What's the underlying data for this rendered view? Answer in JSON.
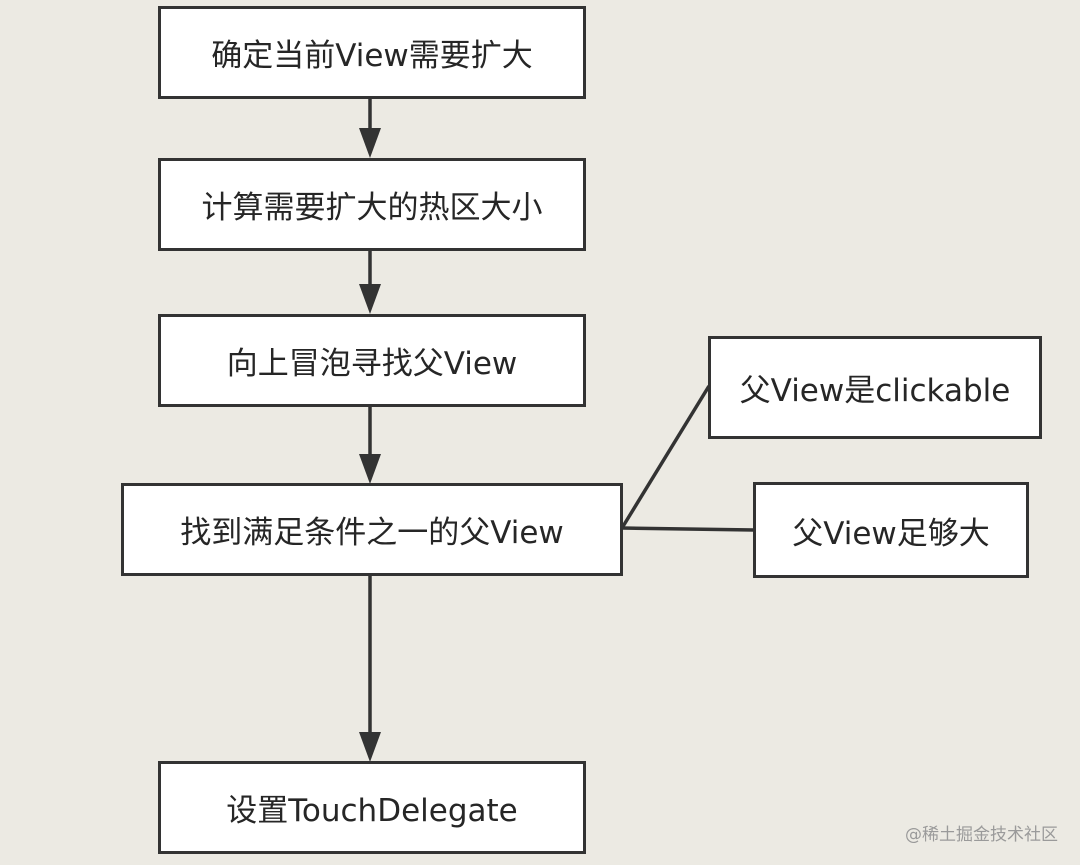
{
  "nodes": {
    "n1": "确定当前View需要扩大",
    "n2": "计算需要扩大的热区大小",
    "n3": "向上冒泡寻找父View",
    "n4": "找到满足条件之一的父View",
    "n5": "设置TouchDelegate",
    "c1": "父View是clickable",
    "c2": "父View足够大"
  },
  "watermark": "@稀土掘金技术社区",
  "colors": {
    "background": "#eceae3",
    "box_fill": "#ffffff",
    "stroke": "#333333",
    "text": "#262626"
  }
}
